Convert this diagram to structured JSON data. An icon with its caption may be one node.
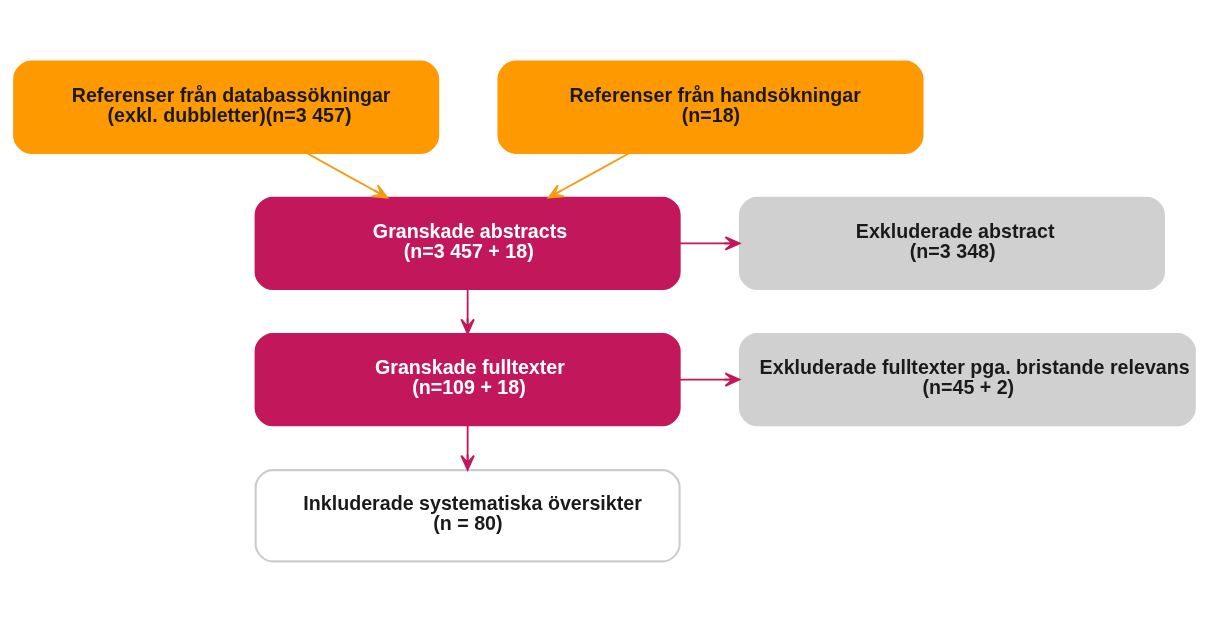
{
  "diagram": {
    "nodes": [
      {
        "text": [
          "Referenser från databassökningar",
          "(exkl. dubbletter)(n=3 457)"
        ]
      },
      {
        "text": [
          "Referenser från handsökningar",
          "(n=18)"
        ]
      },
      {
        "text": [
          "Granskade abstracts",
          "(n=3 457 + 18)"
        ]
      },
      {
        "text": [
          "Exkluderade abstract",
          "(n=3 348)"
        ]
      },
      {
        "text": [
          "Granskade fulltexter",
          "(n=109 + 18)"
        ]
      },
      {
        "text": [
          "Exkluderade fulltexter pga. bristande relevans",
          "(n=45 + 2)"
        ]
      },
      {
        "text": [
          "Inkluderade systematiska översikter",
          "(n = 80)"
        ]
      }
    ],
    "edges": [
      {
        "from": 0,
        "to": 2,
        "arrow": "to",
        "color": "#f39c12"
      },
      {
        "from": 1,
        "to": 2,
        "arrow": "to",
        "color": "#f39c12"
      },
      {
        "from": 2,
        "to": 3,
        "arrow": "to"
      },
      {
        "from": 2,
        "to": 4,
        "arrow": "to"
      },
      {
        "from": 4,
        "to": 5,
        "arrow": "to"
      },
      {
        "from": 4,
        "to": 6,
        "arrow": "to"
      }
    ]
  }
}
